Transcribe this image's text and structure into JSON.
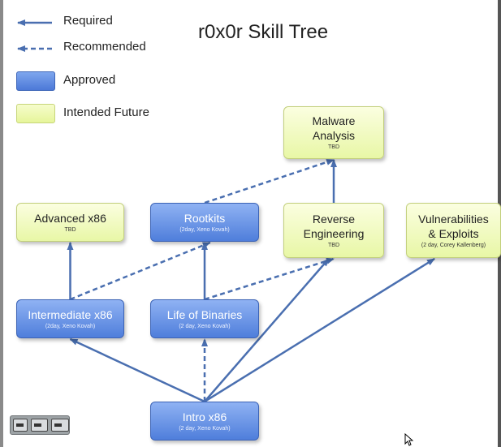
{
  "title": "r0x0r Skill Tree",
  "legend": {
    "required": "Required",
    "recommended": "Recommended",
    "approved": "Approved",
    "future": "Intended Future"
  },
  "colors": {
    "approved": "#5b86de",
    "future": "#edf8b0",
    "arrow": "#4a6fb0"
  },
  "nodes": {
    "malware": {
      "name": "Malware\nAnalysis",
      "sub": "TBD",
      "status": "future"
    },
    "adv86": {
      "name": "Advanced x86",
      "sub": "TBD",
      "status": "future"
    },
    "rootkits": {
      "name": "Rootkits",
      "sub": "(2day, Xeno Kovah)",
      "status": "approved"
    },
    "reverse": {
      "name": "Reverse\nEngineering",
      "sub": "TBD",
      "status": "future"
    },
    "vuln": {
      "name": "Vulnerabilities\n& Exploits",
      "sub": "(2 day, Corey Kallenberg)",
      "status": "future"
    },
    "inter86": {
      "name": "Intermediate x86",
      "sub": "(2day, Xeno Kovah)",
      "status": "approved"
    },
    "lob": {
      "name": "Life of Binaries",
      "sub": "(2 day, Xeno Kovah)",
      "status": "approved"
    },
    "intro86": {
      "name": "Intro x86",
      "sub": "(2 day, Xeno Kovah)",
      "status": "approved"
    }
  },
  "edges": [
    {
      "from": "intro86",
      "to": "inter86",
      "kind": "required"
    },
    {
      "from": "intro86",
      "to": "reverse",
      "kind": "required"
    },
    {
      "from": "intro86",
      "to": "vuln",
      "kind": "required"
    },
    {
      "from": "intro86",
      "to": "lob",
      "kind": "recommended"
    },
    {
      "from": "inter86",
      "to": "adv86",
      "kind": "required"
    },
    {
      "from": "inter86",
      "to": "rootkits",
      "kind": "recommended"
    },
    {
      "from": "lob",
      "to": "rootkits",
      "kind": "required"
    },
    {
      "from": "lob",
      "to": "reverse",
      "kind": "recommended"
    },
    {
      "from": "reverse",
      "to": "malware",
      "kind": "required"
    },
    {
      "from": "rootkits",
      "to": "malware",
      "kind": "recommended"
    }
  ]
}
